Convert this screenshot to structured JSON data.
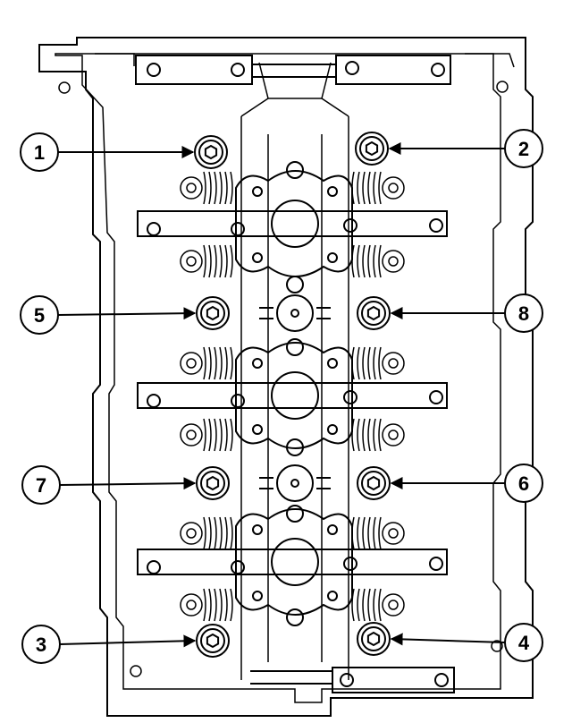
{
  "colors": {
    "line": "#000000",
    "background": "#ffffff"
  },
  "callouts": [
    {
      "id": 1,
      "label": "1",
      "side": "left"
    },
    {
      "id": 2,
      "label": "2",
      "side": "right"
    },
    {
      "id": 5,
      "label": "5",
      "side": "left"
    },
    {
      "id": 8,
      "label": "8",
      "side": "right"
    },
    {
      "id": 7,
      "label": "7",
      "side": "left"
    },
    {
      "id": 6,
      "label": "6",
      "side": "right"
    },
    {
      "id": 3,
      "label": "3",
      "side": "left"
    },
    {
      "id": 4,
      "label": "4",
      "side": "right"
    }
  ]
}
